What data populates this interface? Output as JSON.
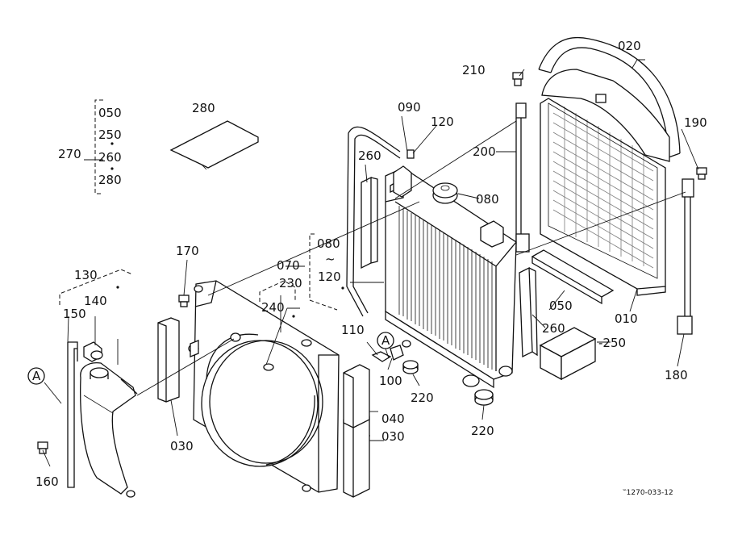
{
  "diagram": {
    "part_labels": {
      "p020": "020",
      "p210": "210",
      "p090": "090",
      "p120a": "120",
      "p190": "190",
      "p280": "280",
      "p270": "270",
      "g050": "050",
      "g250": "250",
      "g260": "260",
      "g280": "280",
      "p260a": "260",
      "p200": "200",
      "p080a": "080",
      "p080b": "080",
      "tilde": "~",
      "p120b": "120",
      "p070": "070",
      "p230": "230",
      "p240": "240",
      "p170": "170",
      "p130": "130",
      "p140": "140",
      "p150": "150",
      "p110": "110",
      "p100": "100",
      "p220a": "220",
      "p220b": "220",
      "p050": "050",
      "p010": "010",
      "p260b": "260",
      "p250": "-250",
      "p180": "180",
      "p040": "040",
      "p030a": "030",
      "p030b": "030",
      "p160": "160",
      "refA1": "A",
      "refA2": "A"
    },
    "footer_code": "‷1270-033-12"
  }
}
